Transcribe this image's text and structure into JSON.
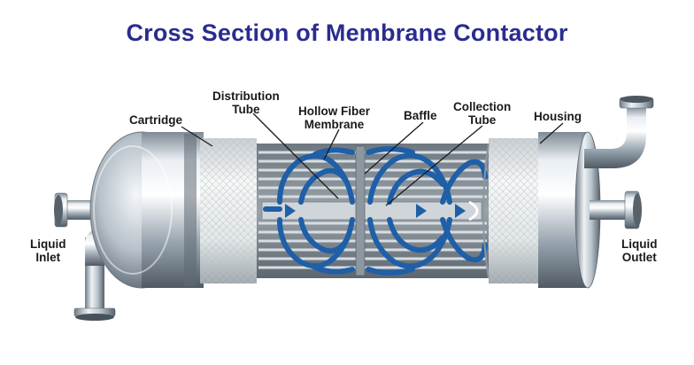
{
  "title": "Cross Section of Membrane Contactor",
  "labels": {
    "cartridge": "Cartridge",
    "distribution_tube_1": "Distribution",
    "distribution_tube_2": "Tube",
    "hollow_fiber_1": "Hollow Fiber",
    "hollow_fiber_2": "Membrane",
    "baffle": "Baffle",
    "collection_tube_1": "Collection",
    "collection_tube_2": "Tube",
    "housing": "Housing",
    "liquid_inlet_1": "Liquid",
    "liquid_inlet_2": "Inlet",
    "liquid_outlet_1": "Liquid",
    "liquid_outlet_2": "Outlet"
  },
  "colors": {
    "title": "#2b2c8f",
    "fiber": "#1f5fa8",
    "metal": "#a9b3bd",
    "cartridge": "#e6e9ea"
  }
}
